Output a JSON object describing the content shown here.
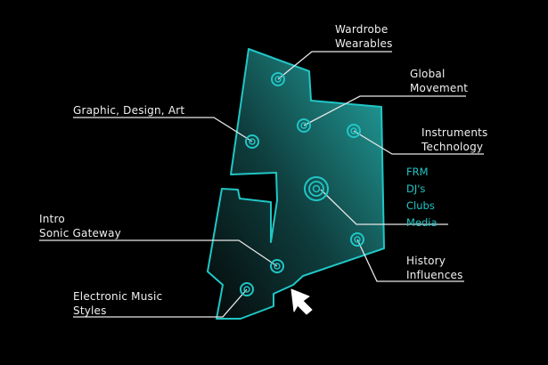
{
  "labels": {
    "wardrobe": [
      "Wardrobe",
      "Wearables"
    ],
    "global": [
      "Global",
      "Movement"
    ],
    "graphic": [
      "Graphic, Design, Art"
    ],
    "instruments": [
      "Instruments",
      "Technology"
    ],
    "intro": [
      "Intro",
      "Sonic Gateway"
    ],
    "history": [
      "History",
      "Influences"
    ],
    "electronic": [
      "Electronic Music",
      "Styles"
    ]
  },
  "center_list": [
    "FRM",
    "DJ's",
    "Clubs",
    "Media"
  ],
  "colors": {
    "background": "#000000",
    "accent": "#21c6c6",
    "text": "#f0f0f0"
  }
}
